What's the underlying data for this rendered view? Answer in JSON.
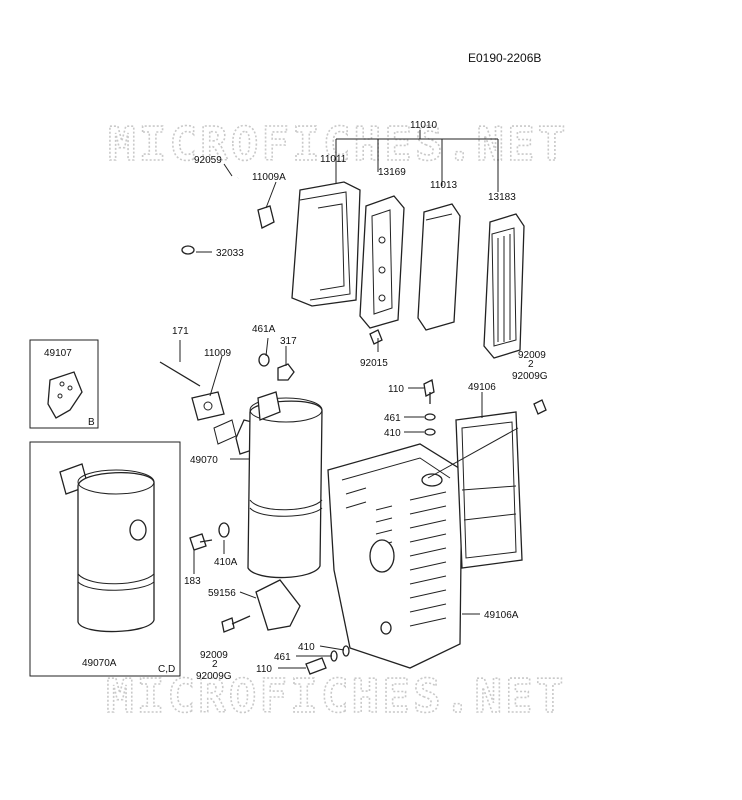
{
  "drawing_code": "E0190-2206B",
  "watermark": "MICROFICHES.NET",
  "inset_labels": {
    "b": "B",
    "cd": "C,D"
  },
  "part_labels": {
    "p11010": "11010",
    "p11011": "11011",
    "p13169": "13169",
    "p11013": "11013",
    "p13183": "13183",
    "p92059": "92059",
    "p11009A": "11009A",
    "p32033": "32033",
    "p92015": "92015",
    "p92009_a": "92009",
    "p92009G_a": "92009G",
    "p171": "171",
    "p461A": "461A",
    "p11009": "11009",
    "p317": "317",
    "p49107": "49107",
    "p110_a": "110",
    "p49106": "49106",
    "p461_a": "461",
    "p410_a": "410",
    "p49070": "49070",
    "p183": "183",
    "p410A": "410A",
    "p59156": "59156",
    "p49106A": "49106A",
    "p92009_b": "92009",
    "p92009G_b": "92009G",
    "p410_b": "410",
    "p461_b": "461",
    "p110_b": "110",
    "p49070A": "49070A"
  }
}
